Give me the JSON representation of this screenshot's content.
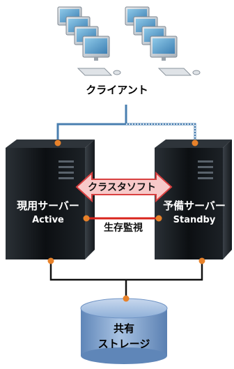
{
  "diagram": {
    "clients_label": "クライアント",
    "active_server": {
      "name": "現用サーバー",
      "status": "Active"
    },
    "standby_server": {
      "name": "予備サーバー",
      "status": "Standby"
    },
    "cluster_software_label": "クラスタソフト",
    "heartbeat_label": "生存監視",
    "shared_storage_label_line1": "共有",
    "shared_storage_label_line2": "ストレージ"
  },
  "colors": {
    "network_line": "#4a7fb0",
    "connector_dot": "#e8822a",
    "heartbeat_line": "#d9241c",
    "arrow_fill": "#f7c9c9",
    "arrow_stroke": "#d94040",
    "server_body": "#101418",
    "storage_body": "#7da1cf"
  }
}
